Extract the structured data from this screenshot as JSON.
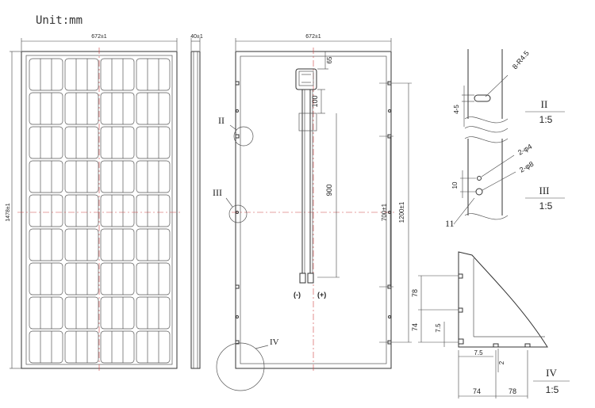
{
  "unit_label": "Unit:mm",
  "front_view": {
    "width_dim": "672±1",
    "height_dim": "1478±1"
  },
  "side_view": {
    "thickness_dim": "40±1"
  },
  "back_view": {
    "width_dim": "672±1",
    "top_offset_dim": "65",
    "box_dim": "100",
    "cable_dim": "900",
    "hole_spacing_dim": "700±1",
    "mount_spacing_dim": "1200±1",
    "negative_label": "(-)",
    "positive_label": "(+)",
    "callout_II": "II",
    "callout_III": "III",
    "callout_IV": "IV"
  },
  "detail_II": {
    "title": "II",
    "scale": "1:5",
    "slot_dim": "8-R4.5",
    "slot_size_dim": "4-5"
  },
  "detail_III": {
    "title": "III",
    "scale": "1:5",
    "hole1_dim": "2-φ4",
    "hole2_dim": "2-φ8",
    "spacing_dim": "10",
    "depth_label": "11"
  },
  "detail_IV": {
    "title": "IV",
    "scale": "1:5",
    "dim_78_v": "78",
    "dim_74_v": "74",
    "dim_7_5_v": "7.5",
    "dim_7_5_h": "7.5",
    "dim_2": "2",
    "dim_74_h": "74",
    "dim_78_h": "78"
  }
}
